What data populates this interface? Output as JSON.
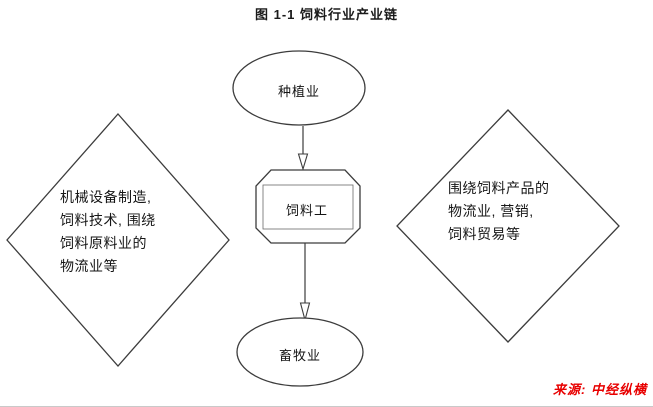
{
  "figure": {
    "title": "图 1-1 饲料行业产业链",
    "source": "来源: 中经纵横"
  },
  "nodes": {
    "planting": {
      "label": "种植业"
    },
    "feed": {
      "label": "饲料工"
    },
    "livestock": {
      "label": "畜牧业"
    }
  },
  "side_notes": {
    "left": {
      "lines": [
        "机械设备制造,",
        "饲料技术, 围绕",
        "饲料原料业的",
        "物流业等"
      ]
    },
    "right": {
      "lines": [
        "围绕饲料产品的",
        "物流业, 营销,",
        "饲料贸易等"
      ]
    }
  },
  "colors": {
    "line": "#3c3c3c",
    "source_red": "#e80000"
  }
}
